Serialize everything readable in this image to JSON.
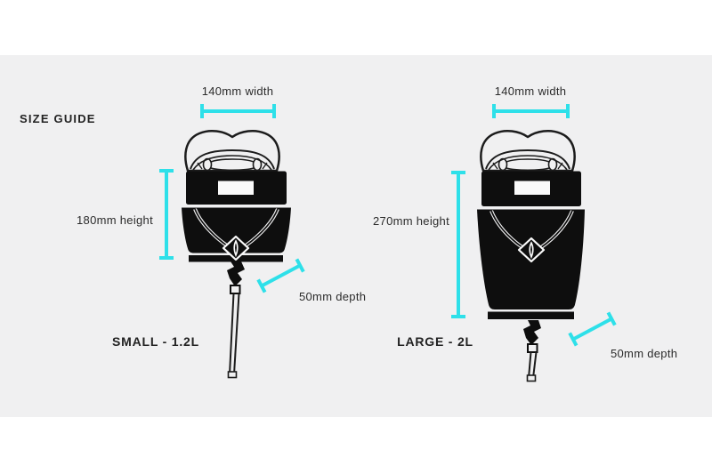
{
  "page": {
    "title": "SIZE GUIDE"
  },
  "colors": {
    "accent": "#2EE0E9",
    "ink": "#111111",
    "panel": "#F0F0F1",
    "background": "#FFFFFF"
  },
  "products": [
    {
      "id": "small",
      "name": "SMALL - 1.2L",
      "width_label": "140mm width",
      "height_label": "180mm height",
      "depth_label": "50mm depth"
    },
    {
      "id": "large",
      "name": "LARGE - 2L",
      "width_label": "140mm width",
      "height_label": "270mm height",
      "depth_label": "50mm depth"
    }
  ]
}
